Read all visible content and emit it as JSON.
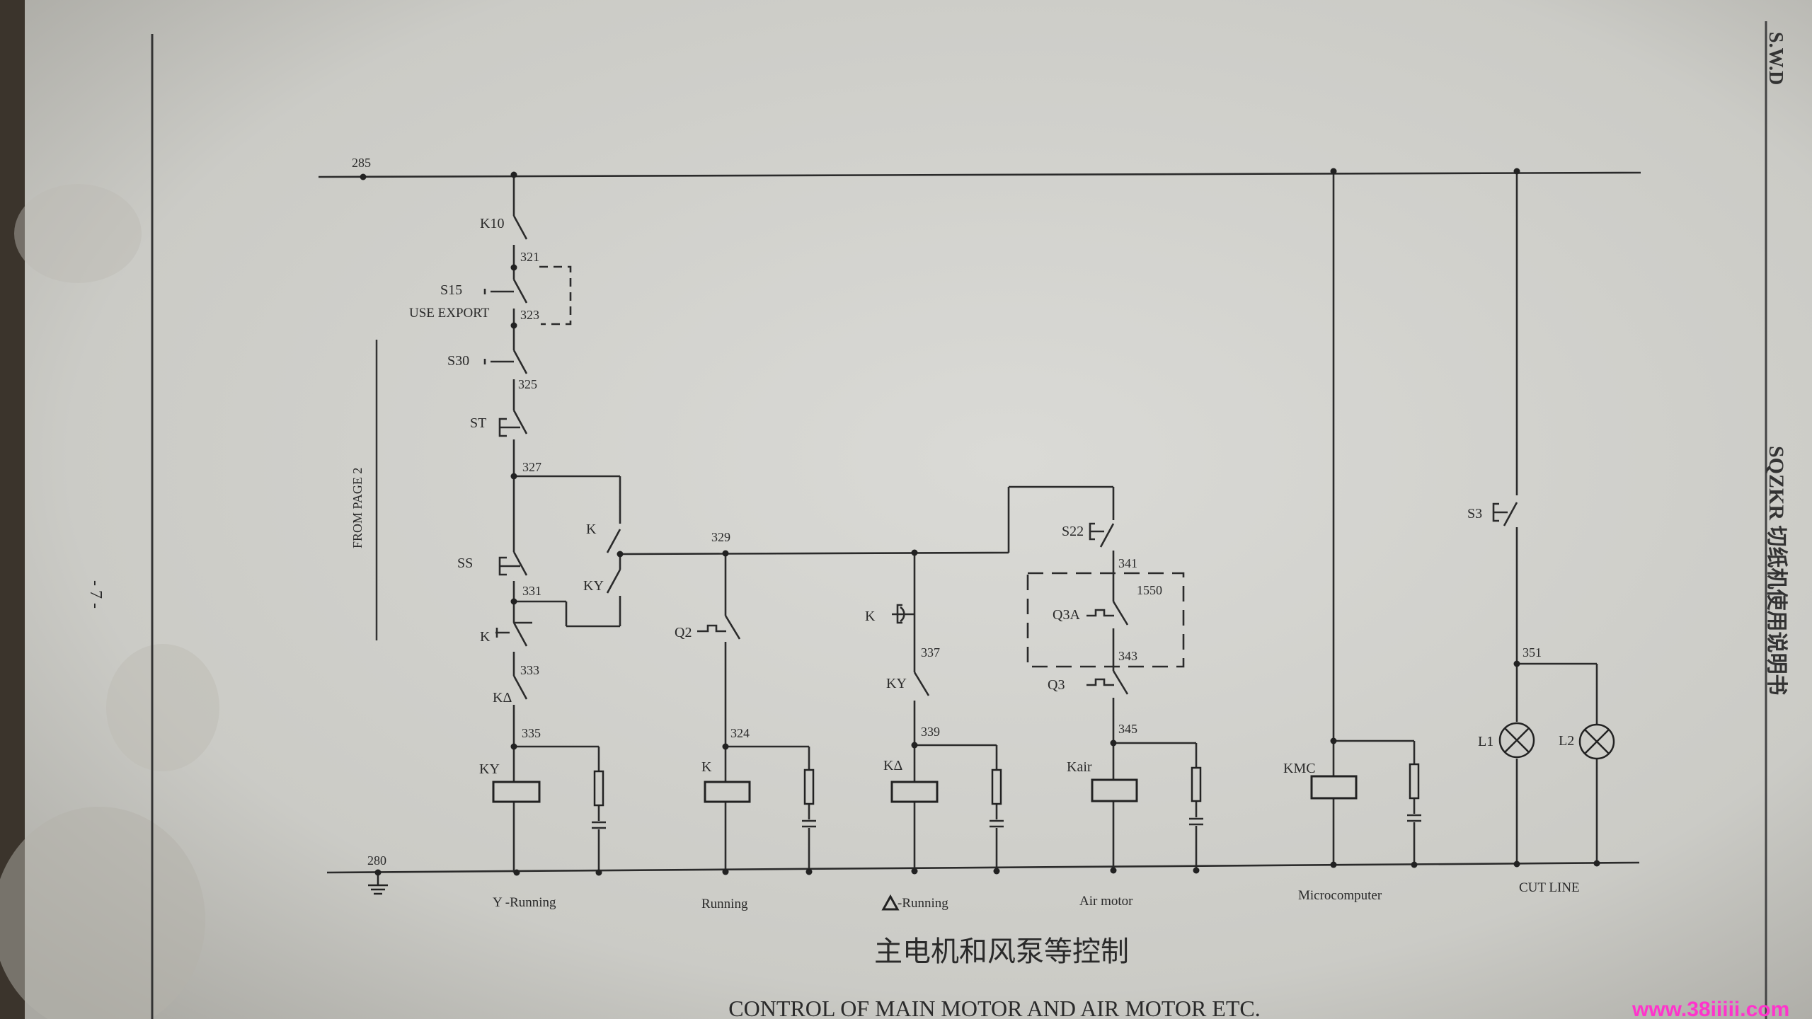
{
  "page": {
    "page_number": "- 7 -",
    "side_note": "FROM  PAGE 2",
    "margin_top": "S.W.D",
    "margin_side": "SQZKR 切纸机使用说明书",
    "title_cn": "主电机和风泵等控制",
    "title_en": "CONTROL OF MAIN MOTOR  AND AIR MOTOR ETC.",
    "watermark": "www.38iiiii.com"
  },
  "rails": {
    "top_node": "285",
    "bottom_node": "280"
  },
  "nodes": [
    "321",
    "323",
    "325",
    "327",
    "329",
    "331",
    "333",
    "335",
    "324",
    "337",
    "339",
    "341",
    "1550",
    "343",
    "345",
    "351"
  ],
  "components": {
    "k10": "K10",
    "s15": "S15",
    "use_export": "USE EXPORT",
    "s30": "S30",
    "st": "ST",
    "ss": "SS",
    "k_nc": "K",
    "k_delta": "KΔ",
    "k_par": "K",
    "ky_par": "KY",
    "q2": "Q2",
    "k_timer": "K",
    "ky_nc": "KY",
    "s22": "S22",
    "q3a": "Q3A",
    "q3": "Q3",
    "s3": "S3",
    "coil_ky": "KY",
    "coil_k": "K",
    "coil_kd": "KΔ",
    "coil_kair": "Kair",
    "coil_kmc": "KMC",
    "lamp_l1": "L1",
    "lamp_l2": "L2"
  },
  "columns": {
    "y_running": "Y -Running",
    "running": "Running",
    "delta_running": "-Running",
    "air_motor": "Air motor",
    "microcomputer": "Microcomputer",
    "cut_line": "CUT  LINE"
  }
}
